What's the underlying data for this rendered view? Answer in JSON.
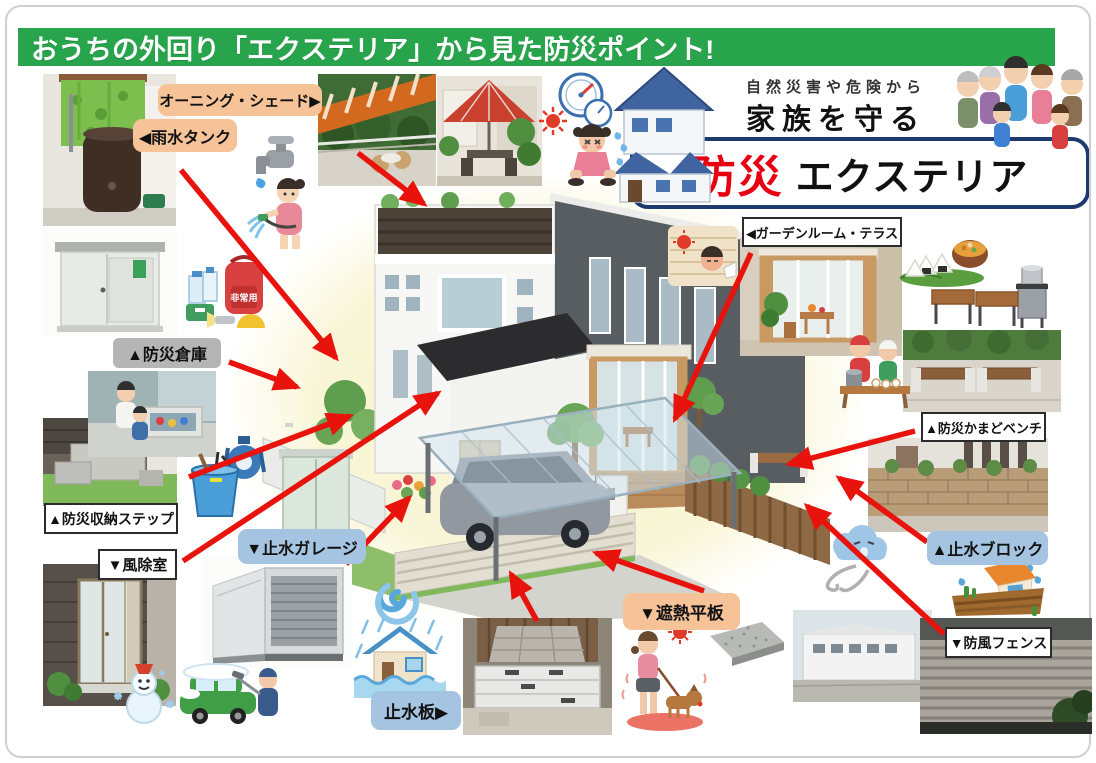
{
  "header": {
    "title": "おうちの外回り「エクステリア」から見た防災ポイント!"
  },
  "banner": {
    "tagline": "自然災害や危険から",
    "subtitle": "家族を守る",
    "title_highlight": "防災",
    "title_rest": "エクステリア"
  },
  "labels": {
    "awning": "オーニング・シェード▶",
    "rain_tank": "◀雨水タンク",
    "bosai_soko": "▲防災倉庫",
    "storage_step": "▲防災収納ステップ",
    "fujoshitsu": "▼風除室",
    "shisui_garage": "▼止水ガレージ",
    "shisui_ban": "止水板▶",
    "shanetsu_heiban": "▼遮熱平板",
    "garden_room": "◀ガーデンルーム・テラス",
    "kamado_bench": "▲防災かまどベンチ",
    "shisui_block": "▲止水ブロック",
    "bofu_fence": "▼防風フェンス"
  },
  "illustration_text": {
    "emergency_bag": "非常用"
  },
  "icons": [
    "rainwater-tank-photo",
    "storage-shed-photo",
    "awning-photo",
    "parasol-terrace-photo",
    "window-step-photo",
    "storage-step-photo",
    "entrance-windbreak-photo",
    "garage-shutter-photo",
    "flood-barrier-photo",
    "paving-stone-photo",
    "white-building-photo",
    "garden-room-photo",
    "kamado-stove-photo",
    "kamado-bench-photo",
    "block-wall-photo",
    "wind-fence-photo",
    "faucet-icon",
    "watering-girl-icon",
    "emergency-kit-icon",
    "barometer-icon",
    "sun-icon",
    "heatstroke-girl-icon",
    "bucket-hose-reel-icon",
    "typhoon-icon",
    "flood-house-icon",
    "snowman-icon",
    "snow-car-icon",
    "dog-walk-heat-icon",
    "onigiri-soup-icon",
    "cooking-women-icon",
    "wind-cloud-icon",
    "mudslide-house-icon",
    "house-icon",
    "family-icon",
    "hot-balcony-icon"
  ],
  "colors": {
    "header_green": "#28a44d",
    "banner_navy": "#1d3a6e",
    "highlight_red": "#e60012",
    "arrow_red": "#e8130d",
    "label_orange": "#f6c399",
    "label_blue": "#a5c4e1",
    "label_gray": "#b5b5b5"
  }
}
